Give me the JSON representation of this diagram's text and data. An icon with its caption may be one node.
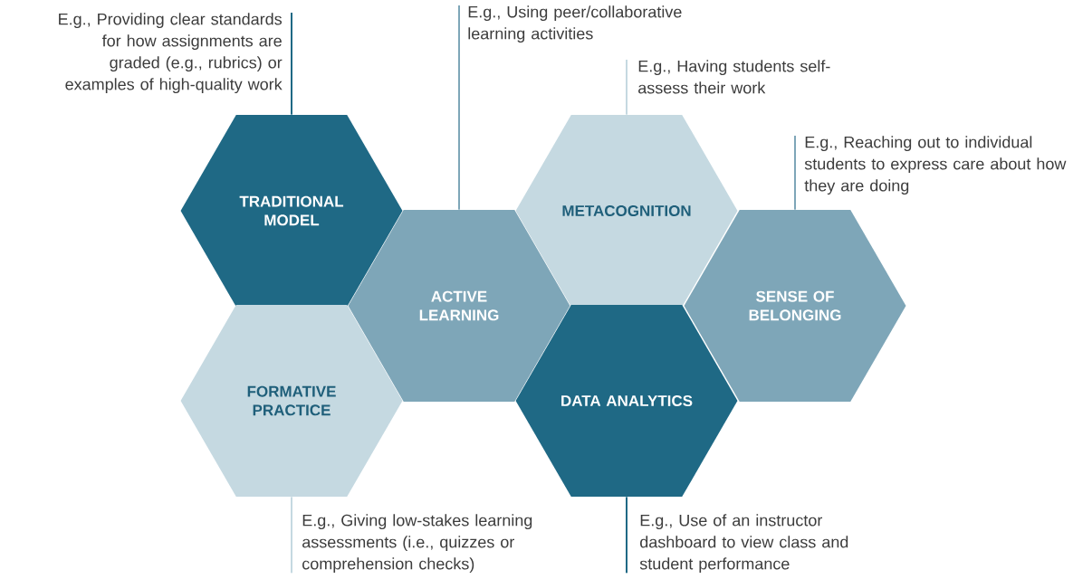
{
  "diagram": {
    "nodes": [
      {
        "text": [
          "TRADITIONAL MODEL"
        ]
      },
      {
        "text": [
          "ACTIVE LEARNING"
        ]
      },
      {
        "text": [
          "METACOGNITION"
        ]
      },
      {
        "text": [
          "SENSE OF BELONGING"
        ]
      },
      {
        "text": [
          "FORMATIVE PRACTICE"
        ]
      },
      {
        "text": [
          "DATA ANALYTICS"
        ]
      },
      {
        "text": [
          "E.g., Providing clear standards for how assignments are graded (e.g., rubrics) or examples of high-quality work"
        ]
      },
      {
        "text": [
          "E.g., Using peer/collaborative learning activities"
        ]
      },
      {
        "text": [
          "E.g., Having students self-assess their work"
        ]
      },
      {
        "text": [
          "E.g., Reaching out to individual students to express care about how they are doing"
        ]
      },
      {
        "text": [
          "E.g., Giving low-stakes learning assessments (i.e., quizzes or comprehension checks)"
        ]
      },
      {
        "text": [
          "E.g., Use of an instructor dashboard to view class and student performance"
        ]
      }
    ],
    "edges": [
      {
        "from": 6,
        "to": 0,
        "arrow": "none",
        "color": "#1f6985"
      },
      {
        "from": 7,
        "to": 1,
        "arrow": "none",
        "color": "#7ea6b8"
      },
      {
        "from": 8,
        "to": 2,
        "arrow": "none",
        "color": "#c5d9e1"
      },
      {
        "from": 9,
        "to": 3,
        "arrow": "none",
        "color": "#7ea6b8"
      },
      {
        "from": 10,
        "to": 4,
        "arrow": "none",
        "color": "#c5d9e1"
      },
      {
        "from": 11,
        "to": 5,
        "arrow": "none",
        "color": "#1f6985"
      }
    ]
  }
}
